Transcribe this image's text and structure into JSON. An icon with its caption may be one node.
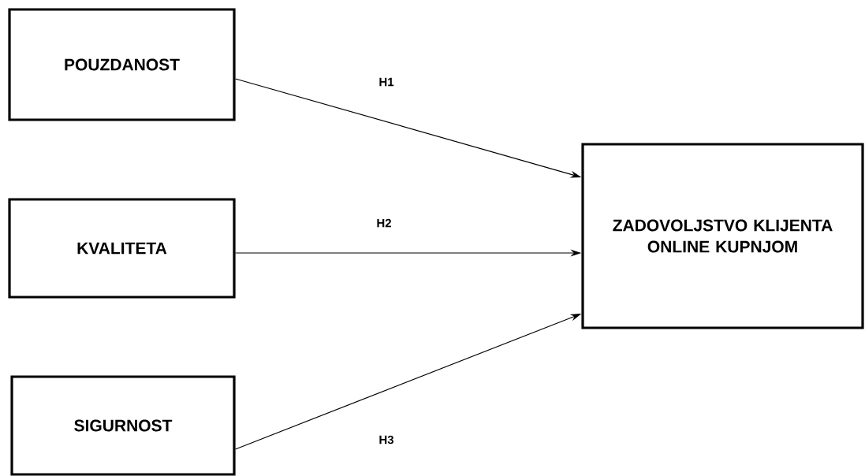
{
  "diagram": {
    "nodes": [
      {
        "text": [
          "POUZDANOST"
        ]
      },
      {
        "text": [
          "KVALITETA"
        ]
      },
      {
        "text": [
          "SIGURNOST"
        ]
      },
      {
        "text": [
          "ZADOVOLJSTVO KLIJENTA ONLINE KUPNJOM"
        ]
      }
    ],
    "edges": [
      {
        "from": 0,
        "to": 3,
        "arrow": "to",
        "label": "H1"
      },
      {
        "from": 1,
        "to": 3,
        "arrow": "to",
        "label": "H2"
      },
      {
        "from": 2,
        "to": 3,
        "arrow": "to",
        "label": "H3"
      }
    ]
  }
}
